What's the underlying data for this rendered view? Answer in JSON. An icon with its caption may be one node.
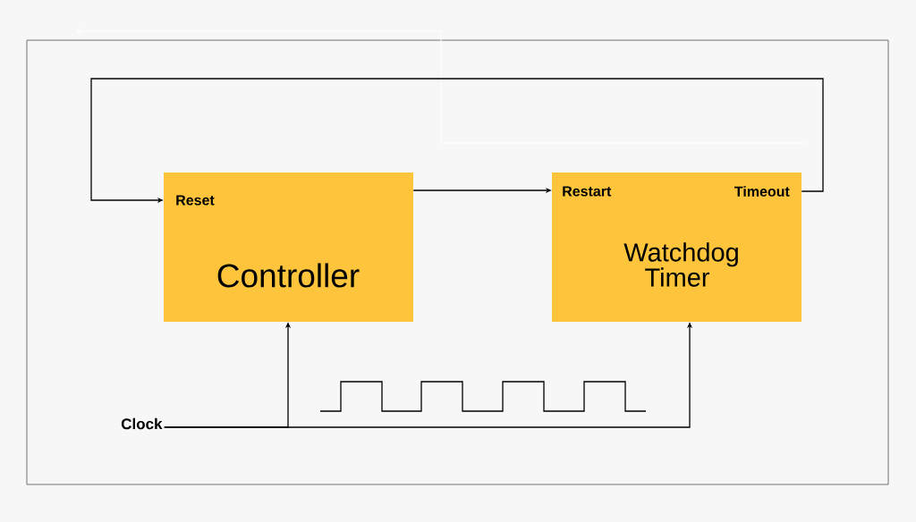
{
  "diagram": {
    "nodes": [
      {
        "text": [
          "Reset",
          "Controller"
        ]
      },
      {
        "text": [
          "Restart",
          "Timeout",
          "Watchdog Timer"
        ]
      },
      {
        "text": [
          "Clock"
        ]
      }
    ],
    "edges": [
      {
        "from": 1,
        "to": 0,
        "arrow": "to"
      },
      {
        "from": 0,
        "to": 1,
        "arrow": "to"
      },
      {
        "from": 2,
        "to": 0,
        "arrow": "to"
      },
      {
        "from": 2,
        "to": 1,
        "arrow": "to"
      }
    ]
  }
}
